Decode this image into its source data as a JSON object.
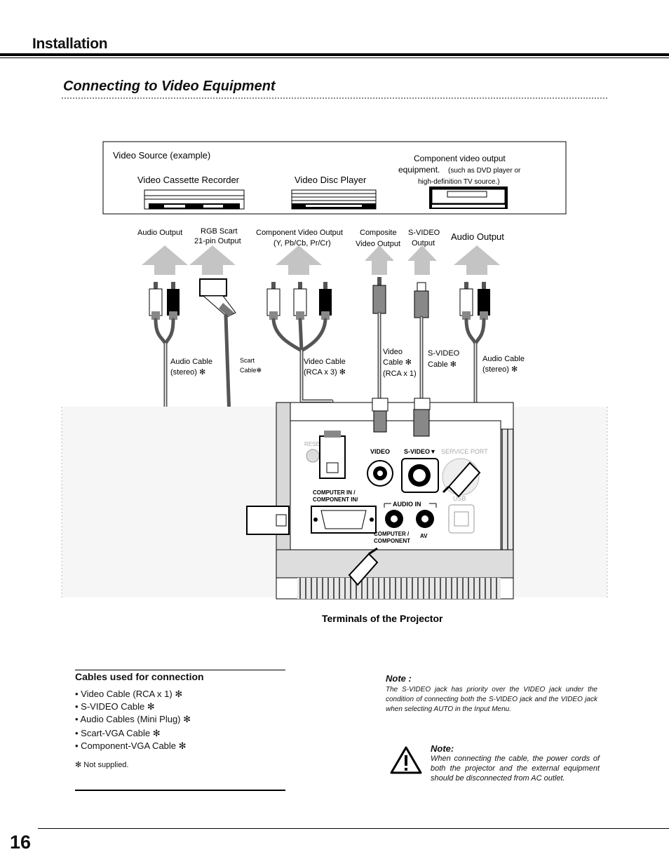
{
  "header": {
    "section_title": "Installation",
    "subtitle": "Connecting to Video Equipment"
  },
  "diagram": {
    "source_box": {
      "label": "Video Source (example)",
      "devices": [
        "Video Cassette Recorder",
        "Video Disc Player"
      ],
      "component_line1": "Component video output",
      "component_line2": "equipment.",
      "component_note1": "(such as DVD player or",
      "component_note2": "high-definition TV source.)"
    },
    "outputs": {
      "audio_output_1": "Audio Output",
      "rgb_scart_1": "RGB Scart",
      "rgb_scart_2": "21-pin Output",
      "component_1": "Component Video Output",
      "component_2": "(Y, Pb/Cb, Pr/Cr)",
      "composite_1": "Composite",
      "composite_2": "Video Output",
      "svideo_1": "S-VIDEO",
      "svideo_2": "Output",
      "audio_output_2": "Audio Output"
    },
    "cables": {
      "audio_stereo_1a": "Audio Cable",
      "audio_stereo_1b": "(stereo) ✻",
      "scart_a": "Scart",
      "scart_b": "Cable✻",
      "video_rca3_a": "Video Cable",
      "video_rca3_b": "(RCA x 3) ✻",
      "video_rca1_a": "Video",
      "video_rca1_b": "Cable ✻",
      "video_rca1_c": "(RCA x 1)",
      "svideo_a": "S-VIDEO",
      "svideo_b": "Cable  ✻",
      "audio_stereo_2a": "Audio Cable",
      "audio_stereo_2b": "(stereo) ✻"
    },
    "panel": {
      "reset": "RESET",
      "video": "VIDEO",
      "svideo": "S-VIDEO▼",
      "service_port": "SERVICE PORT",
      "usb": "USB",
      "computer_in_1": "COMPUTER IN  /",
      "computer_in_2": "COMPONENT IN/",
      "audio_in": "AUDIO   IN",
      "computer_component_1": "COMPUTER /",
      "computer_component_2": "COMPONENT",
      "av": "AV"
    },
    "caption": "Terminals of the Projector"
  },
  "cables_box": {
    "heading": "Cables used for connection",
    "items": [
      "• Video Cable (RCA x 1) ✻",
      "• S-VIDEO Cable ✻",
      "• Audio Cables (Mini Plug) ✻",
      "• Scart-VGA Cable ✻",
      "• Component-VGA Cable ✻"
    ],
    "footnote": "✻ Not supplied."
  },
  "note1": {
    "heading": "Note :",
    "body_pre": "The ",
    "body_em1": "S-VIDEO",
    "body_mid": " jack has priority over the VIDEO jack under the condition of connecting both the S-VIDEO jack and the VIDEO jack  when selecting AUTO in the Input Menu."
  },
  "note2": {
    "heading": "Note:",
    "body": "When connecting the cable, the power cords of both the projector and the external equipment should be disconnected from AC outlet."
  },
  "page_number": "16",
  "icons": [
    "warning-icon",
    "arrow-up-icon"
  ]
}
